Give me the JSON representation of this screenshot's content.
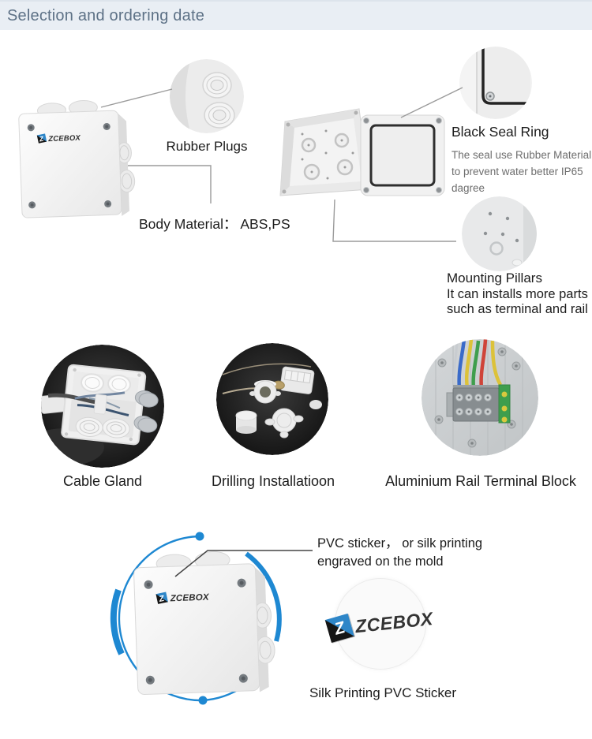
{
  "header": {
    "title": "Selection and ordering date"
  },
  "brand": {
    "name": "ZCEBOX",
    "letter": "Z"
  },
  "top": {
    "rubber_plugs_label": "Rubber Plugs",
    "body_material_label": "Body Material：  ABS,PS",
    "seal": {
      "title": "Black Seal Ring",
      "desc_lines": [
        "The seal use Rubber Material",
        "to prevent water better IP65",
        "dagree"
      ]
    },
    "pillars": {
      "title": "Mounting Pillars",
      "desc_lines": [
        "It can installs more parts",
        "such as terminal and rail"
      ]
    }
  },
  "features": [
    {
      "label": "Cable Gland"
    },
    {
      "label": "Drilling Installatioon"
    },
    {
      "label": "Aluminium Rail Terminal Block"
    }
  ],
  "bottom": {
    "note_lines": [
      "PVC sticker，  or silk printing",
      "engraved on the mold"
    ],
    "caption": "Silk Printing PVC Sticker"
  },
  "colors": {
    "header_bg": "#e9eef4",
    "header_text": "#5d7186",
    "accent_blue": "#1e88d2",
    "logo_blue": "#2e86c8",
    "callout_gray": "#9b9b9b",
    "text_dark": "#1c1c1c",
    "desc_gray": "#6e6e6e"
  }
}
